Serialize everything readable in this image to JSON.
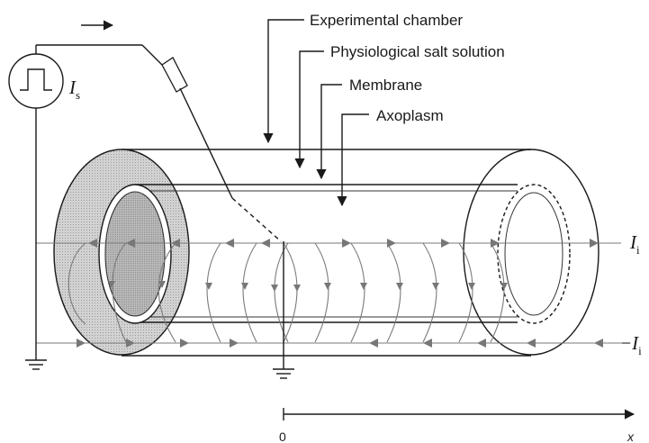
{
  "labels": {
    "chamber": "Experimental chamber",
    "salt_solution": "Physiological salt solution",
    "membrane": "Membrane",
    "axoplasm": "Axoplasm"
  },
  "symbols": {
    "stimulus_current": {
      "main": "I",
      "sub": "s"
    },
    "inner_current": {
      "main": "I",
      "sub": "i"
    },
    "outer_current": {
      "main": "−I",
      "sub": "i"
    }
  },
  "axis": {
    "origin": "0",
    "variable": "x"
  },
  "colors": {
    "line": "#1a1a1a",
    "current": "#7a7a7a",
    "shade": "#bdbdbd"
  }
}
